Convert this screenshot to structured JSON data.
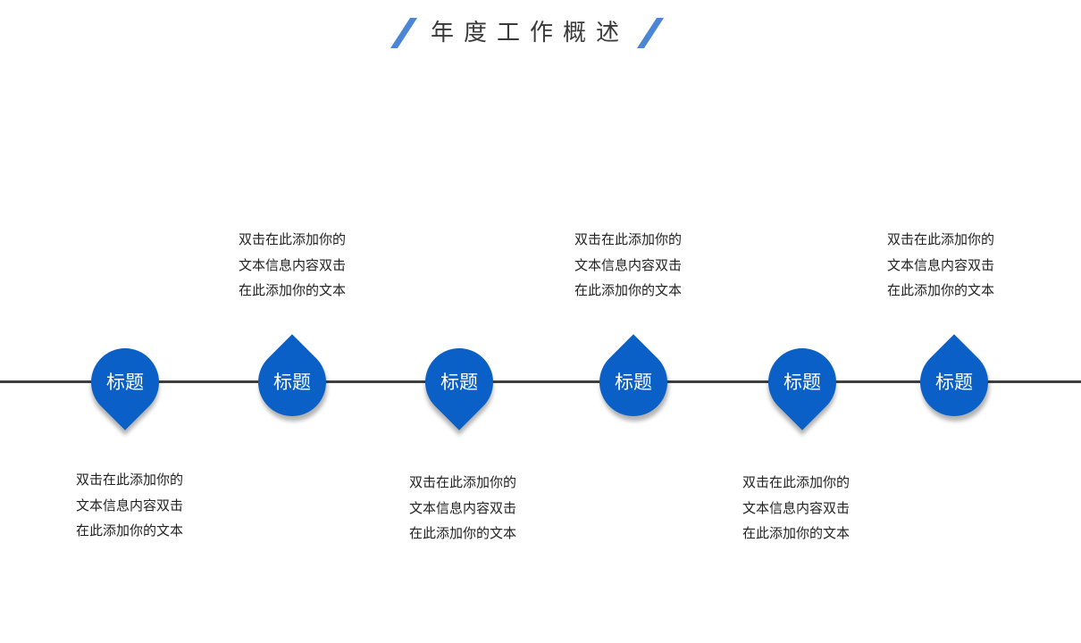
{
  "header": {
    "title": "年度工作概述"
  },
  "nodes": [
    {
      "label": "标题",
      "direction": "down",
      "text": [
        "双击在此添加你的",
        "文本信息内容双击",
        "在此添加你的文本"
      ]
    },
    {
      "label": "标题",
      "direction": "up",
      "text": [
        "双击在此添加你的",
        "文本信息内容双击",
        "在此添加你的文本"
      ]
    },
    {
      "label": "标题",
      "direction": "down",
      "text": [
        "双击在此添加你的",
        "文本信息内容双击",
        "在此添加你的文本"
      ]
    },
    {
      "label": "标题",
      "direction": "up",
      "text": [
        "双击在此添加你的",
        "文本信息内容双击",
        "在此添加你的文本"
      ]
    },
    {
      "label": "标题",
      "direction": "down",
      "text": [
        "双击在此添加你的",
        "文本信息内容双击",
        "在此添加你的文本"
      ]
    },
    {
      "label": "标题",
      "direction": "up",
      "text": [
        "双击在此添加你的",
        "文本信息内容双击",
        "在此添加你的文本"
      ]
    }
  ],
  "colors": {
    "accent": "#0a60c6",
    "slash": "#4a86d4",
    "line": "#3f3f3f"
  }
}
